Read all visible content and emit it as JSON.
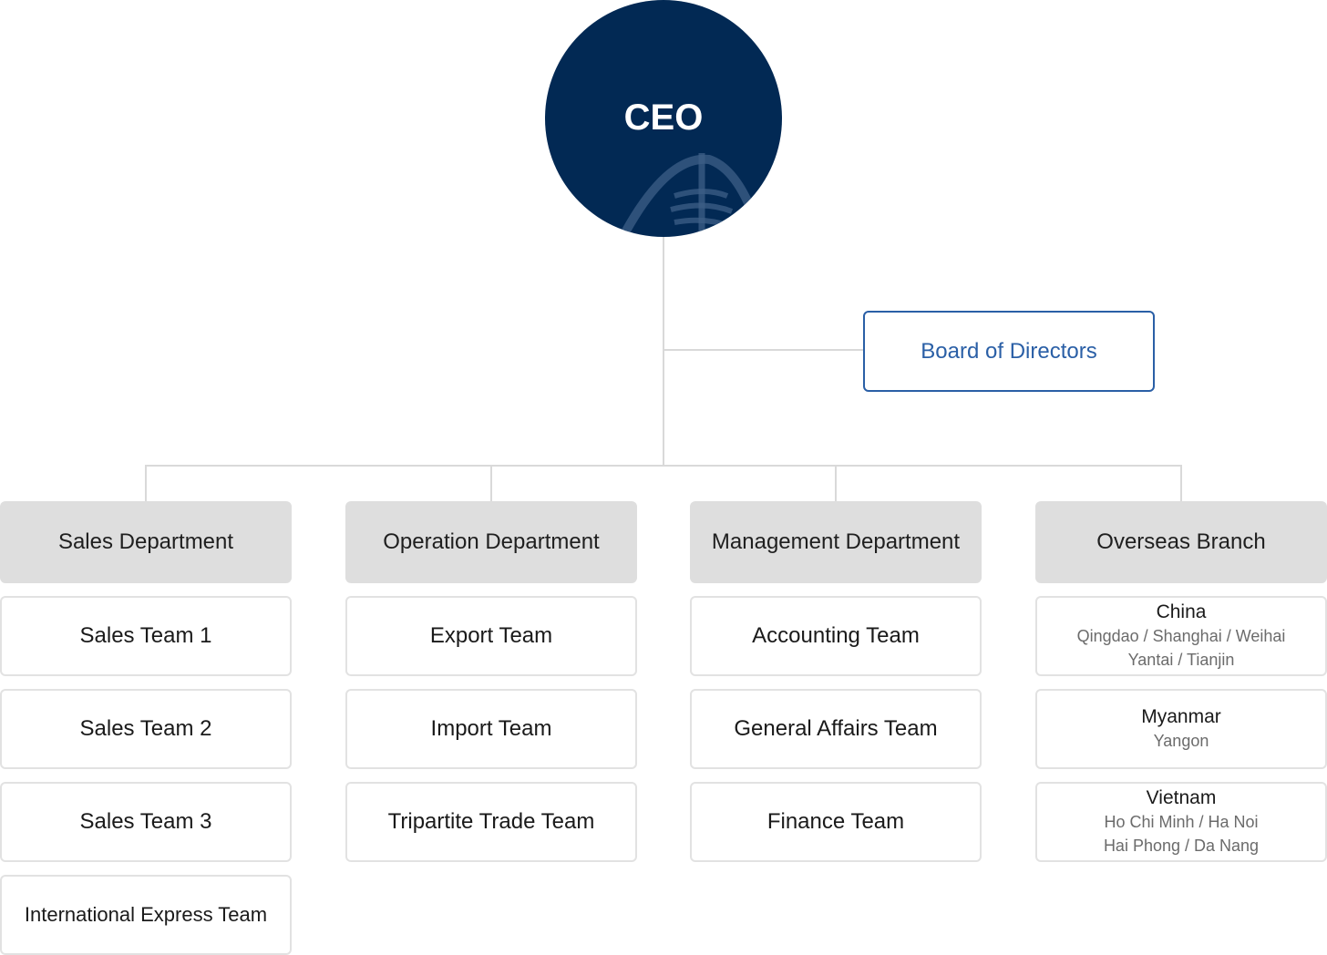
{
  "ceo": {
    "label": "CEO"
  },
  "board": {
    "label": "Board of Directors"
  },
  "departments": [
    {
      "label": "Sales Department",
      "teams": [
        "Sales Team 1",
        "Sales Team 2",
        "Sales Team 3",
        "International Express Team"
      ]
    },
    {
      "label": "Operation Department",
      "teams": [
        "Export Team",
        "Import Team",
        "Tripartite Trade Team"
      ]
    },
    {
      "label": "Management Department",
      "teams": [
        "Accounting Team",
        "General Affairs Team",
        "Finance Team"
      ]
    },
    {
      "label": "Overseas Branch",
      "branches": [
        {
          "country": "China",
          "cities": [
            "Qingdao / Shanghai / Weihai",
            "Yantai / Tianjin"
          ]
        },
        {
          "country": "Myanmar",
          "cities": [
            "Yangon"
          ]
        },
        {
          "country": "Vietnam",
          "cities": [
            "Ho Chi Minh / Ha Noi",
            "Hai Phong / Da Nang"
          ]
        }
      ]
    }
  ],
  "colors": {
    "ceo_fill": "#022954",
    "board_accent": "#2a5fa6",
    "dept_fill": "#dedede",
    "team_border": "#e2e2e2",
    "connector": "#d9d9d9"
  }
}
